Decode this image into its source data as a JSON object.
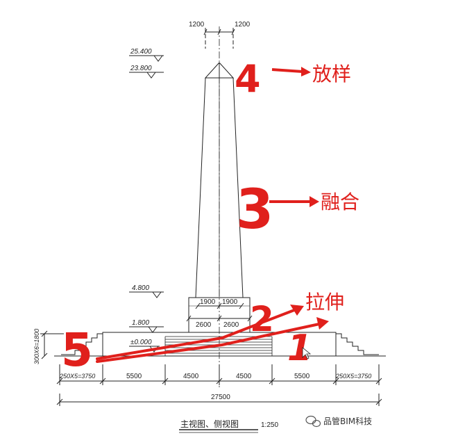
{
  "drawing": {
    "top_dims": [
      "1200",
      "1200"
    ],
    "elevations": [
      "25.400",
      "23.800",
      "4.800",
      "1.800",
      "±0.000"
    ],
    "pedestal_dims": [
      "1900",
      "1900"
    ],
    "base_dims": [
      "2600",
      "2600"
    ],
    "side_height": "300X6=1800",
    "bottom_dims": [
      "250X5=3750",
      "5500",
      "4500",
      "4500",
      "5500",
      "250X5=3750"
    ],
    "total_dim": "27500",
    "caption": "主视图、侧视图",
    "scale": "1:250"
  },
  "annotations": {
    "steps": [
      {
        "number": "4",
        "label": "放样"
      },
      {
        "number": "3",
        "label": "融合"
      },
      {
        "number": "2",
        "label": "拉伸"
      },
      {
        "number": "1",
        "label": ""
      },
      {
        "number": "5",
        "label": ""
      }
    ],
    "color": "#e0201c"
  },
  "watermark": {
    "text": "品管BIM科技",
    "icon": "wechat-icon"
  }
}
